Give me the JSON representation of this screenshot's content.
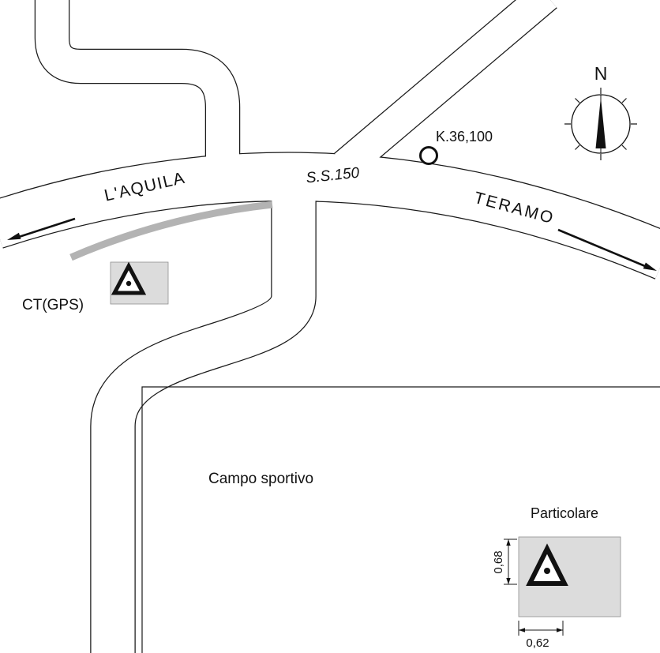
{
  "map": {
    "road_name": "S.S.150",
    "destination_left": "L'AQUILA",
    "destination_right": "TERAMO",
    "km_marker": "K.36,100",
    "station": "CT(GPS)",
    "field": "Campo sportivo",
    "north": "N"
  },
  "detail": {
    "title": "Particolare",
    "height": "0,68",
    "width": "0,62"
  },
  "colors": {
    "ink": "#111111",
    "building_fill": "#dcdcdc",
    "guardrail": "#b3b3b3"
  }
}
